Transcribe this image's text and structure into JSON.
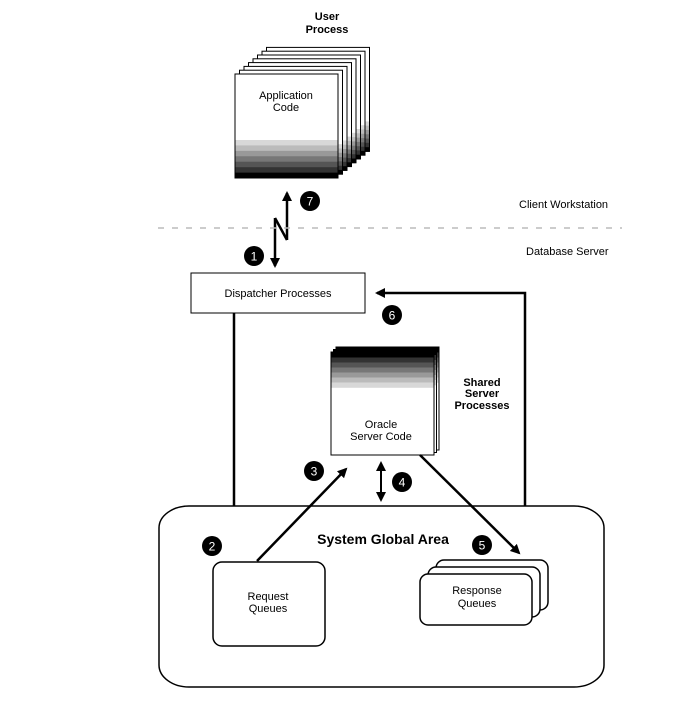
{
  "user_process": {
    "label_line1": "User",
    "label_line2": "Process",
    "box_line1": "Application",
    "box_line2": "Code"
  },
  "zones": {
    "client": "Client Workstation",
    "server": "Database Server"
  },
  "dispatcher": {
    "label": "Dispatcher Processes"
  },
  "shared_server": {
    "label_line1": "Shared",
    "label_line2": "Server",
    "label_line3": "Processes",
    "box_line1": "Oracle",
    "box_line2": "Server Code"
  },
  "sga": {
    "label": "System Global Area"
  },
  "request_queues": {
    "line1": "Request",
    "line2": "Queues"
  },
  "response_queues": {
    "line1": "Response",
    "line2": "Queues"
  },
  "steps": [
    "1",
    "2",
    "3",
    "4",
    "5",
    "6",
    "7"
  ],
  "colors": {
    "line": "#000000",
    "divider": "#bbbbbb",
    "step_badge": "#000000"
  }
}
